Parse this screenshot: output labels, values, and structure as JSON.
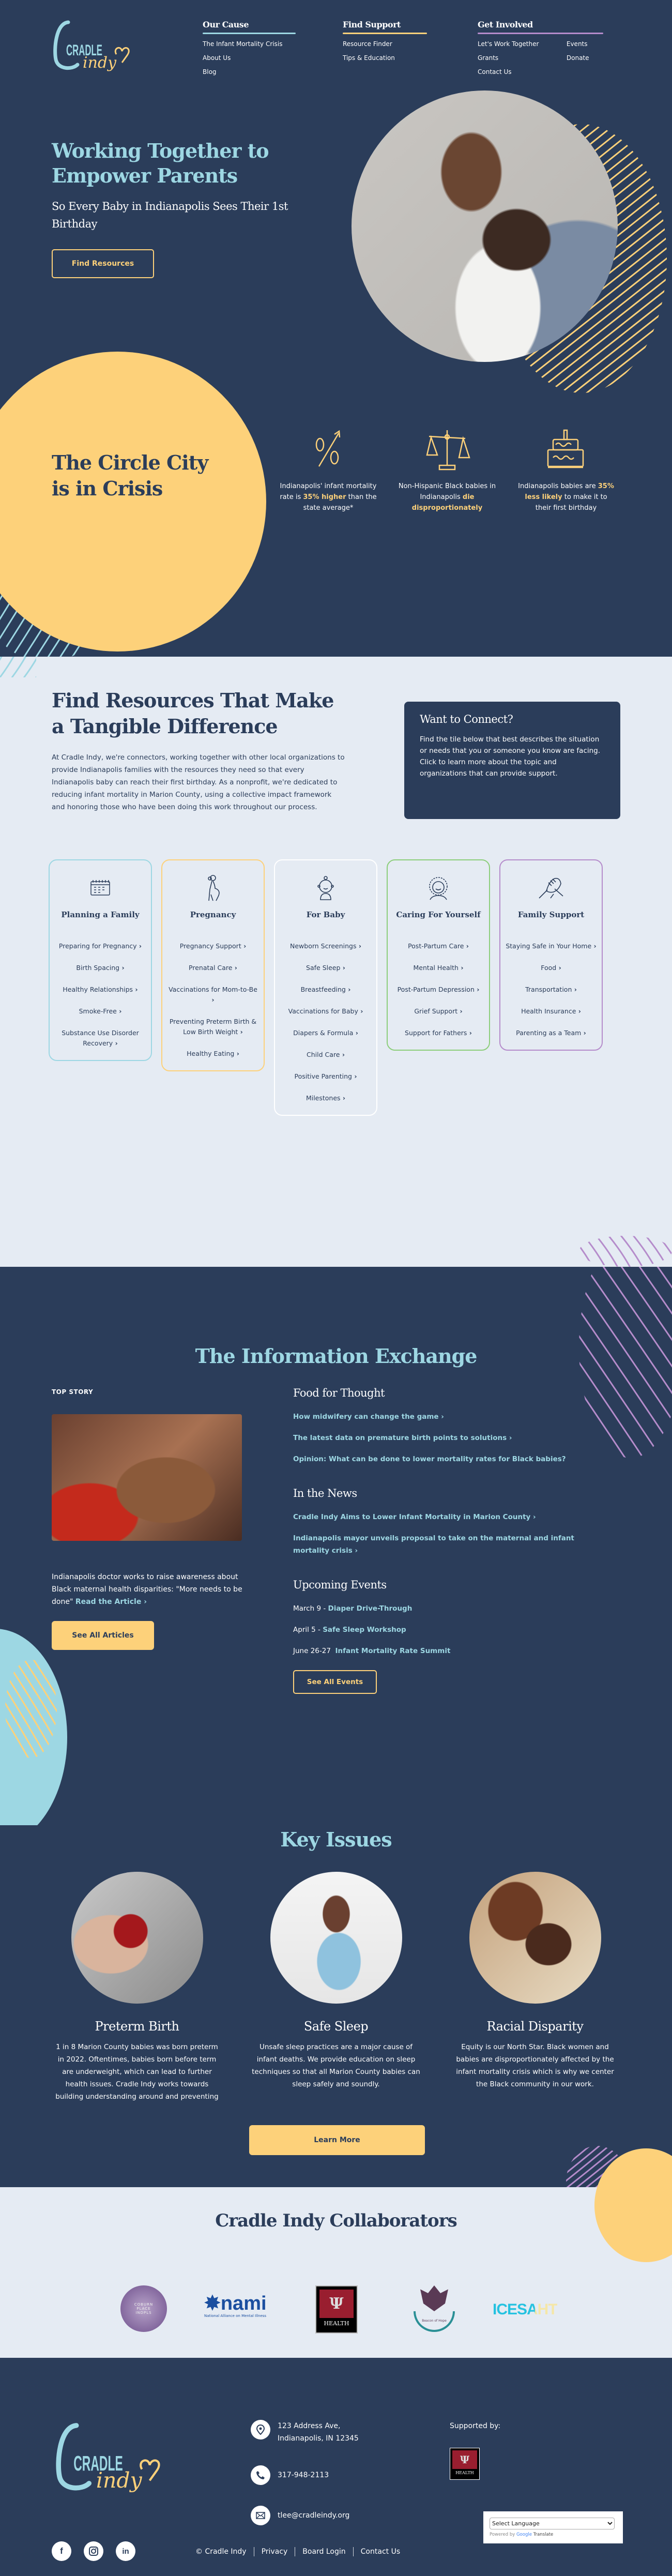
{
  "brand": {
    "logo_top": "CRADLE",
    "logo_bottom": "indy",
    "colors": {
      "navy": "#2b3d5a",
      "cyan": "#9dd7e3",
      "yellow": "#fdd17a",
      "purple": "#b58ccb",
      "green": "#8cce7b",
      "pale": "#e5ebf3"
    }
  },
  "nav": {
    "columns": [
      {
        "title": "Our Cause",
        "accent": "#9dd7e3",
        "links": [
          "The Infant Mortality Crisis",
          "About Us",
          "Blog"
        ]
      },
      {
        "title": "Find Support",
        "accent": "#fdd17a",
        "links": [
          "Resource Finder",
          "Tips & Education"
        ]
      },
      {
        "title": "Get Involved",
        "accent": "#b58ccb",
        "links": [
          "Let's Work Together",
          "Events",
          "Grants",
          "Donate",
          "Contact Us"
        ]
      }
    ]
  },
  "hero": {
    "title": "Working Together to Empower Parents",
    "subtitle": "So Every Baby in Indianapolis Sees Their 1st Birthday",
    "cta": "Find Resources",
    "image_alt": "Father holding sleeping newborn"
  },
  "crisis": {
    "title": "The Circle City is in Crisis",
    "stats": [
      {
        "icon": "percent-up-icon",
        "before": "Indianapolis' infant mortality rate is ",
        "highlight": "35% higher",
        "after": " than the state average*"
      },
      {
        "icon": "scales-icon",
        "before": "Non-Hispanic Black babies in Indianapolis ",
        "highlight": "die disproportionately",
        "after": ""
      },
      {
        "icon": "birthday-cake-icon",
        "before": "Indianapolis babies are ",
        "highlight": "35% less likely",
        "after": " to make it to their first birthday"
      }
    ]
  },
  "resources": {
    "title": "Find Resources That Make a Tangible Difference",
    "body": "At Cradle Indy, we're connectors, working together with other local organizations to provide Indianapolis families with the resources they need so that every Indianapolis baby can reach their first birthday. As a nonprofit, we're dedicated to reducing infant mortality in Marion County, using a collective impact framework and honoring those who have been doing this work throughout our process.",
    "connect": {
      "title": "Want to Connect?",
      "body": "Find the tile below that best describes the situation or needs that you or someone you know are facing. Click to learn more about the topic and organizations that can provide support."
    },
    "cards": [
      {
        "title": "Planning a Family",
        "icon": "calendar-icon",
        "border": "#9dd7e3",
        "items": [
          "Preparing for Pregnancy",
          "Birth Spacing",
          "Healthy Relationships",
          "Smoke-Free",
          "Substance Use Disorder Recovery"
        ]
      },
      {
        "title": "Pregnancy",
        "icon": "pregnant-woman-icon",
        "border": "#fdd17a",
        "items": [
          "Pregnancy Support",
          "Prenatal Care",
          "Vaccinations for Mom-to-Be",
          "Preventing Preterm Birth & Low Birth Weight",
          "Healthy Eating"
        ]
      },
      {
        "title": "For Baby",
        "icon": "baby-icon",
        "border": "#ffffff",
        "items": [
          "Newborn Screenings",
          "Safe Sleep",
          "Breastfeeding",
          "Vaccinations for Baby",
          "Diapers & Formula",
          "Child Care",
          "Positive Parenting",
          "Milestones"
        ]
      },
      {
        "title": "Caring For Yourself",
        "icon": "smiling-woman-icon",
        "border": "#8cce7b",
        "items": [
          "Post-Partum Care",
          "Mental Health",
          "Post-Partum Depression",
          "Grief Support",
          "Support for Fathers"
        ]
      },
      {
        "title": "Family Support",
        "icon": "clasped-hands-icon",
        "border": "#b58ccb",
        "items": [
          "Staying Safe in Your Home",
          "Food",
          "Transportation",
          "Health Insurance",
          "Parenting as a Team"
        ]
      }
    ]
  },
  "info": {
    "title": "The Information Exchange",
    "top_story": {
      "label": "TOP STORY",
      "text": "Indianapolis doctor works to raise awareness about Black maternal health disparities: \"More needs to be done\"",
      "link": "Read the Article  ›",
      "button": "See All Articles"
    },
    "food_for_thought": {
      "title": "Food for Thought",
      "links": [
        "How midwifery can change the game",
        "The latest data on premature birth points to solutions",
        "Opinion: What can be done to lower mortality rates for Black babies?"
      ]
    },
    "news": {
      "title": "In the News",
      "links": [
        "Cradle Indy Aims to Lower Infant Mortality in Marion County",
        "Indianapolis mayor unveils proposal to take on the maternal and infant mortality crisis"
      ]
    },
    "events": {
      "title": "Upcoming Events",
      "items": [
        {
          "date": "March 9 - ",
          "name": "Diaper Drive-Through"
        },
        {
          "date": "April 5 - ",
          "name": "Safe Sleep Workshop"
        },
        {
          "date": "June 26-27  ",
          "name": "Infant Mortality Rate Summit"
        }
      ],
      "button": "See All Events"
    }
  },
  "issues": {
    "title": "Key Issues",
    "items": [
      {
        "title": "Preterm Birth",
        "body": "1 in 8 Marion County babies was born preterm in 2022. Oftentimes, babies born before term are underweight, which can lead to further health issues. Cradle Indy works towards building understanding around and preventing"
      },
      {
        "title": "Safe Sleep",
        "body": "Unsafe sleep practices are a major cause of infant deaths. We provide education on sleep techniques so that all Marion County babies can sleep safely and soundly."
      },
      {
        "title": "Racial Disparity",
        "body": "Equity is our North Star. Black women and babies are disproportionately affected by the infant mortality crisis which is why we center the Black community in our work."
      }
    ],
    "button": "Learn More"
  },
  "collaborators": {
    "title": "Cradle Indy Collaborators",
    "logos": [
      {
        "name": "Coburn Place",
        "text": "COBURN PLACE INDPLS"
      },
      {
        "name": "NAMI",
        "text": "nami",
        "sub": "National Alliance on Mental Illness"
      },
      {
        "name": "IU Health",
        "text": "HEALTH"
      },
      {
        "name": "Beacon of Hope",
        "text": "Beacon of Hope"
      },
      {
        "name": "ICESAHT",
        "text": "ICESAHT"
      }
    ]
  },
  "footer": {
    "address": [
      "123 Address Ave,",
      "Indianapolis, IN 12345"
    ],
    "phone": "317-948-2113",
    "email": "tlee@cradleindy.org",
    "supported_by": "Supported by:",
    "supporter": "HEALTH",
    "social": [
      "facebook",
      "instagram",
      "linkedin"
    ],
    "legal": [
      "© Cradle Indy",
      "Privacy",
      "Board Login",
      "Contact Us"
    ],
    "translate": {
      "select": "Select Language",
      "powered": "Powered by",
      "google": "Google",
      "translate": "Translate"
    }
  }
}
